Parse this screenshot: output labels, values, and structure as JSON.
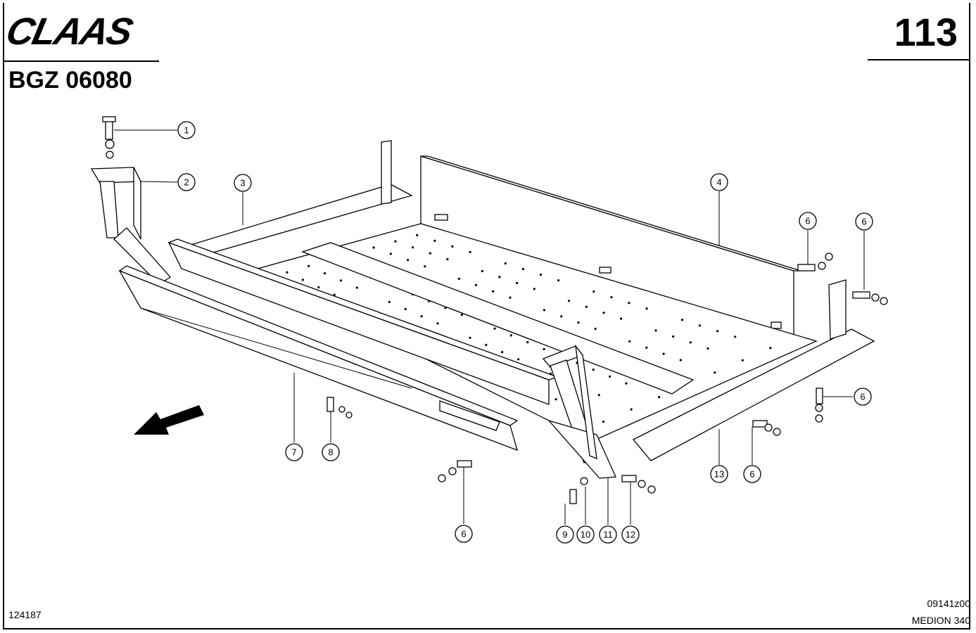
{
  "header": {
    "brand": "CLAAS",
    "page_number": "113",
    "group_code": "BGZ 06080"
  },
  "footer": {
    "doc_number": "124187",
    "drawing_code": "09141z00",
    "model": "MEDION 340"
  },
  "callouts": {
    "c1": "1",
    "c2": "2",
    "c3": "3",
    "c4": "4",
    "c6a": "6",
    "c6b": "6",
    "c6c": "6",
    "c6d": "6",
    "c6e": "6",
    "c7": "7",
    "c8": "8",
    "c9": "9",
    "c10": "10",
    "c11": "11",
    "c12": "12",
    "c13": "13"
  },
  "icons": {
    "direction": "direction-arrow-icon"
  }
}
